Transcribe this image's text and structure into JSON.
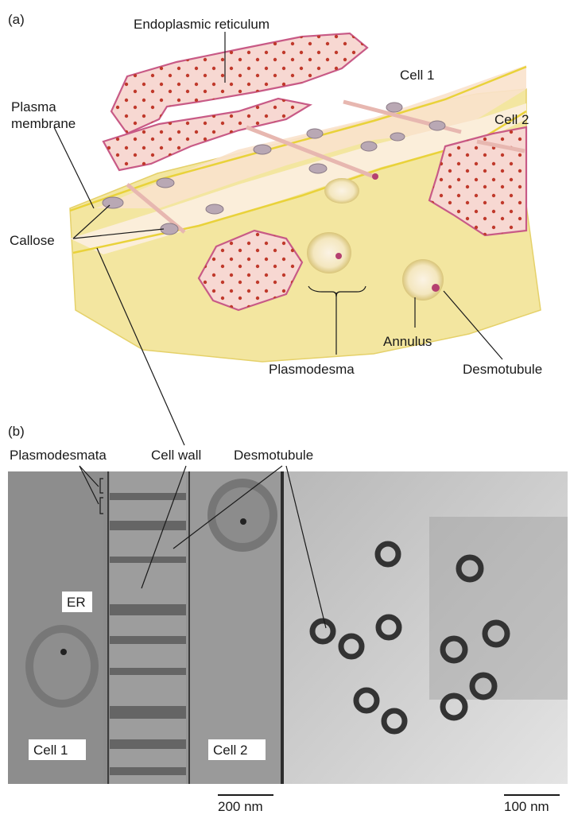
{
  "panel_a": {
    "tag": "(a)",
    "labels": {
      "er": "Endoplasmic reticulum",
      "cell1": "Cell 1",
      "cell2": "Cell 2",
      "pm_line1": "Plasma",
      "pm_line2": "membrane",
      "callose": "Callose",
      "annulus": "Annulus",
      "plasmodesma": "Plasmodesma",
      "desmotubule": "Desmotubule"
    }
  },
  "panel_b": {
    "tag": "(b)",
    "labels": {
      "plasmodesmata": "Plasmodesmata",
      "cell_wall": "Cell wall",
      "desmotubule": "Desmotubule",
      "er": "ER",
      "cell1": "Cell 1",
      "cell2": "Cell 2"
    },
    "scale_left": "200 nm",
    "scale_right": "100 nm"
  },
  "colors": {
    "wall": "#f3e6a0",
    "cytoplasm": "#f9e9d7",
    "er_fill": "#f7d8d2",
    "er_edge": "#c85a86",
    "ribosome": "#c0392b",
    "callose": "#b9a8b4"
  }
}
